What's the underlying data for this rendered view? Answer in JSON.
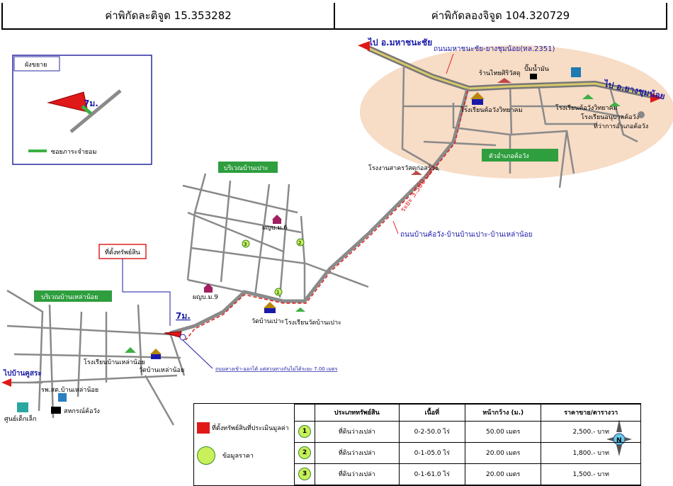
{
  "coords": {
    "lat": "ค่าพิกัดละติจูด 15.353282",
    "lon": "ค่าพิกัดลองจิจูด 104.320729"
  },
  "inset": {
    "title": "ผังขยาย",
    "width_label": "7ม.",
    "legend": "ซอยภาระจำยอม"
  },
  "roads": {
    "to_mahachana": "ไป อ.มหาชนะชัย",
    "highway": "ถนนมหาชนะชัย-ยางชุมน้อย(ทล.2351)",
    "to_yangchum": "ไป อ.ยางชุมน้อย",
    "main_road": "ถนนบ้านค้อวัง-บ้านบ้านเปาะ-บ้านเหล่าน้อย",
    "distance": "ระยะ 3.500 เมตร",
    "to_khusra": "ไปบ้านคูสระ",
    "access_note": "ถนนทางเข้า-ออกได้ แต่สวนทางกันไม่ได้ระยะ 7.00 เมตร",
    "width_label": "7ม."
  },
  "areas": {
    "khowang": "ตัวอำเภอค้อวัง",
    "banpao": "บริเวณบ้านเปาะ",
    "laonoi": "บริเวณบ้านเหล่าน้อย"
  },
  "places": {
    "shop": "ร้านไทยศิริวัสดุ",
    "gas": "ปั๊มน้ำมัน",
    "school_khowang": "โรงเรียนค้อวังวิทยาคม",
    "school_khowang2": "โรงเรียนค้อวังวิทยาคม",
    "kindergarten": "โรงเรียนอนุบาลค้อวัง",
    "district_office": "ที่ว่าการอำเภอค้อวัง",
    "warehouse": "โรงงานสาครวัสดุก่อสร้าง",
    "village_head6": "ผญบ.ม.6",
    "village_head9": "ผญบ.ม.9",
    "wat_banpao": "วัดบ้านเปาะ",
    "school_banpao": "โรงเรียนวัดบ้านเปาะ",
    "school_laonoi": "โรงเรียนบ้านเหล่าน้อย",
    "wat_laonoi": "วัดบ้านเหล่าน้อย",
    "hospital": "รพ.สต.บ้านเหล่าน้อย",
    "coop": "สหกรณ์ค้อวัง",
    "childcare": "ศูนย์เด็กเล็ก"
  },
  "property_label": "ที่ตั้งทรัพย์สิน",
  "legend": {
    "property_desc": "ที่ตั้งทรัพย์สินที่ประเมินมูลค่า",
    "price_desc": "ข้อมูลราคา",
    "headers": [
      "ประเภททรัพย์สิน",
      "เนื้อที่",
      "หน้ากว้าง (ม.)",
      "ราคาขาย/ตารางวา"
    ],
    "rows": [
      {
        "num": "1",
        "type": "ที่ดินว่างเปล่า",
        "area": "0-2-50.0 ไร่",
        "width": "50.00 เมตร",
        "price": "2,500.- บาท"
      },
      {
        "num": "2",
        "type": "ที่ดินว่างเปล่า",
        "area": "0-1-05.0 ไร่",
        "width": "20.00 เมตร",
        "price": "1,800.- บาท"
      },
      {
        "num": "3",
        "type": "ที่ดินว่างเปล่า",
        "area": "0-1-61.0 ไร่",
        "width": "20.00 เมตร",
        "price": "1,500.- บาท"
      }
    ]
  },
  "compass": {
    "label": "N"
  },
  "colors": {
    "road": "#8a8a8a",
    "highway": "#b5b08a",
    "town": "#f5dcc4",
    "area_label_bg": "#2e9e3e",
    "route": "#e02020",
    "property": "#e01818"
  }
}
